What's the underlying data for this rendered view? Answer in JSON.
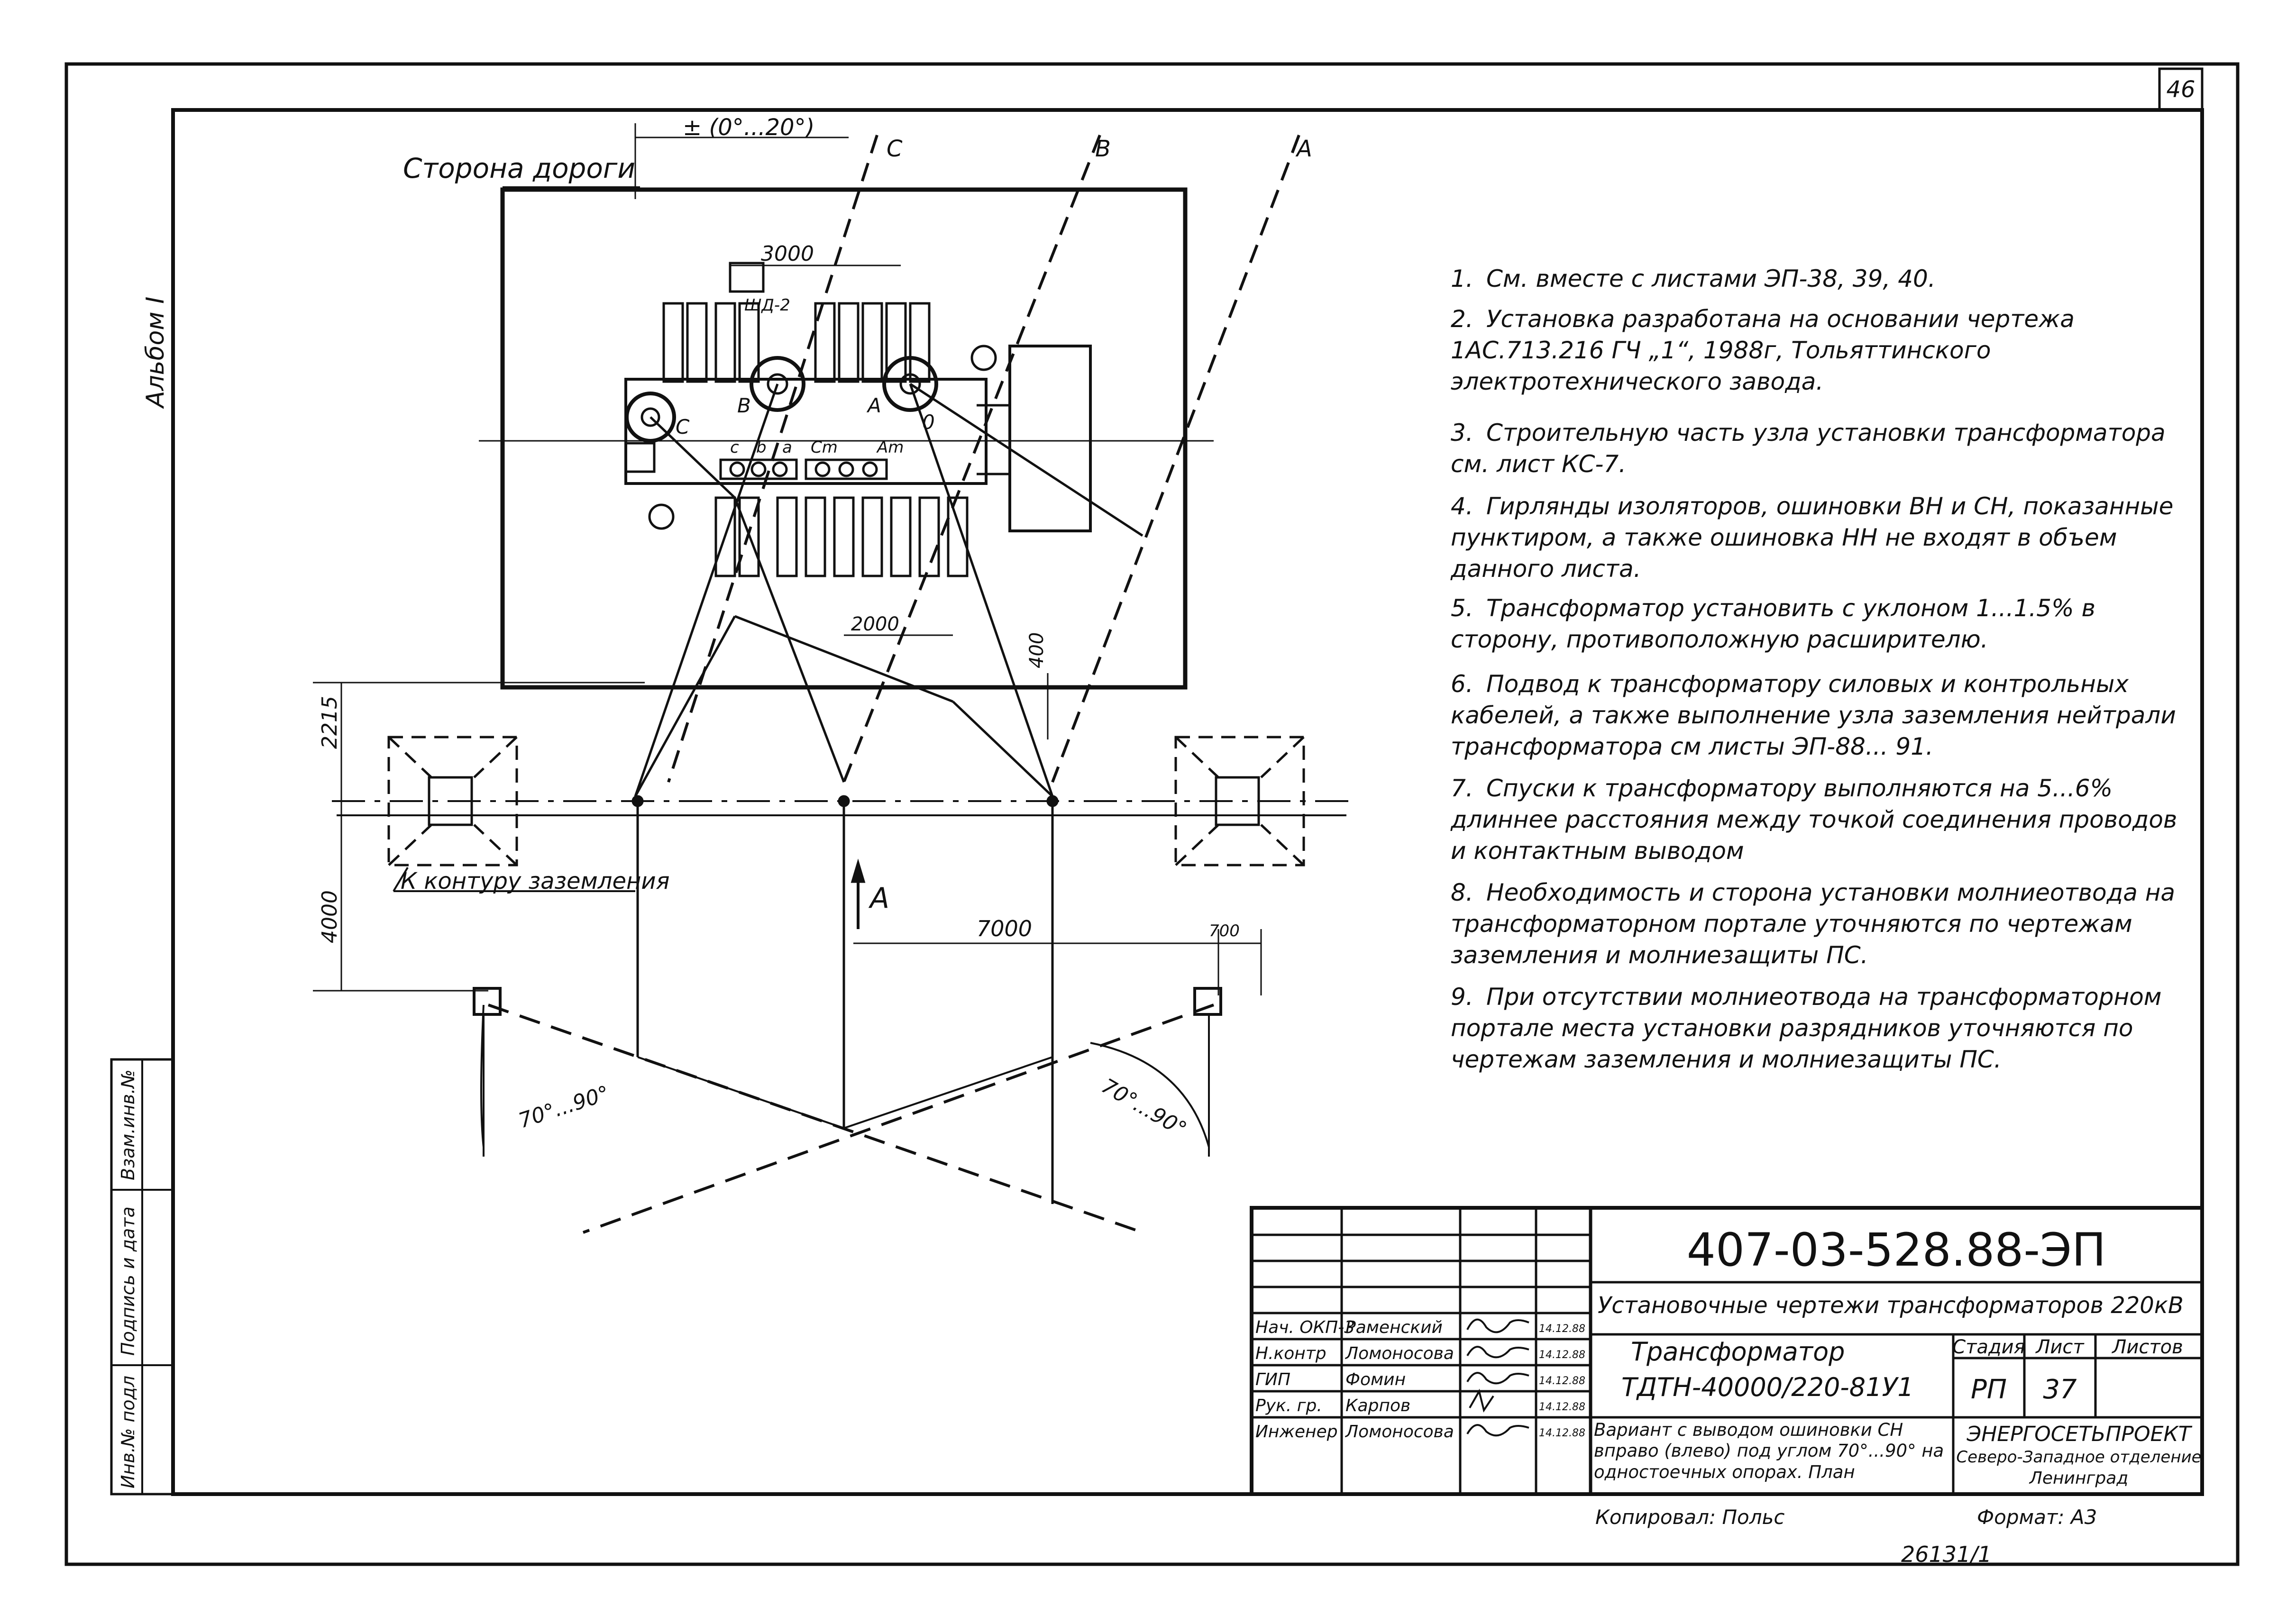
{
  "sheet": {
    "page_number": "46",
    "album": "Альбом I",
    "copied_by": "Копировал: Польс",
    "format": "Формат: А3",
    "archive_number": "26131/1"
  },
  "side_stamp": {
    "inv_podl": "Инв.№ подл",
    "podpis_data": "Подпись и дата",
    "vzam_inv": "Взам.инв.№"
  },
  "drawing": {
    "road_side": "Сторона дороги",
    "angle_top": "± (0°...20°)",
    "line_c": "C",
    "line_b": "B",
    "line_a": "A",
    "dim_3000": "3000",
    "cabinet": "ШД-2",
    "bush_c": "C",
    "bush_b": "B",
    "bush_a": "A",
    "bush_0": "0",
    "low_c": "c",
    "low_b": "b",
    "low_a": "a",
    "low_cm": "Cm",
    "low_am": "Am",
    "dim_2000": "2000",
    "dim_400": "400",
    "dim_2215": "2215",
    "dim_4000": "4000",
    "dim_7000": "7000",
    "dim_700": "700",
    "grounding": "К контуру заземления",
    "view_a": "A",
    "angle_left": "70°...90°",
    "angle_right": "70°...90°"
  },
  "notes": [
    {
      "n": "1.",
      "text": "См. вместе с листами ЭП-38, 39, 40."
    },
    {
      "n": "2.",
      "text": "Установка разработана на основании чертежа 1АС.713.216 ГЧ „1“, 1988г, Тольяттинского электротехнического завода."
    },
    {
      "n": "3.",
      "text": "Строительную часть узла установки трансформатора см. лист КС-7."
    },
    {
      "n": "4.",
      "text": "Гирлянды изоляторов, ошиновки ВН и СН, показанные пунктиром, а также ошиновка НН не входят в объем данного листа."
    },
    {
      "n": "5.",
      "text": "Трансформатор установить с уклоном 1...1.5% в сторону, противоположную расширителю."
    },
    {
      "n": "6.",
      "text": "Подвод к трансформатору силовых и контрольных кабелей, а также выполнение узла заземления нейтрали трансформатора см листы ЭП-88... 91."
    },
    {
      "n": "7.",
      "text": "Спуски к трансформатору выполняются на 5...6% длиннее расстояния между точкой соединения проводов и контактным выводом"
    },
    {
      "n": "8.",
      "text": "Необходимость и сторона установки молниеотвода на трансформаторном портале уточняются по чертежам заземления и молниезащиты ПС."
    },
    {
      "n": "9.",
      "text": "При отсутствии молниеотвода на трансформаторном портале места установки разрядников уточняются по чертежам заземления и молниезащиты ПС."
    }
  ],
  "title_block": {
    "code": "407-03-528.88-ЭП",
    "project": "Установочные чертежи трансформаторов 220кВ",
    "item_name_1": "Трансформатор",
    "item_name_2": "ТДТН-40000/220-81У1",
    "variant": "Вариант с выводом ошиновки СН вправо (влево) под углом 70°...90° на одностоечных опорах. План",
    "col_stage": "Стадия",
    "col_sheet": "Лист",
    "col_sheets": "Листов",
    "stage": "РП",
    "sheet_no": "37",
    "sheets_total": "",
    "org_1": "ЭНЕРГОСЕТЬПРОЕКТ",
    "org_2": "Северо-Западное отделение",
    "org_3": "Ленинград",
    "roles": [
      {
        "role": "Нач. ОКП-3",
        "name": "Раменский",
        "date": "14.12.88"
      },
      {
        "role": "Н.контр",
        "name": "Ломоносова",
        "date": "14.12.88"
      },
      {
        "role": "ГИП",
        "name": "Фомин",
        "date": "14.12.88"
      },
      {
        "role": "Рук. гр.",
        "name": "Карпов",
        "date": "14.12.88"
      },
      {
        "role": "Инженер",
        "name": "Ломоносова",
        "date": "14.12.88"
      }
    ]
  }
}
